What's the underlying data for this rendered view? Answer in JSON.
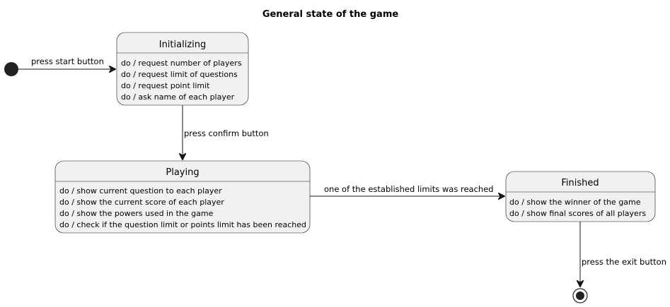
{
  "diagram": {
    "title": "General state of the game",
    "states": [
      {
        "id": "initializing",
        "name": "Initializing",
        "actions": [
          "do / request number of players",
          "do / request limit of questions",
          "do / request point limit",
          "do / ask name of each player"
        ]
      },
      {
        "id": "playing",
        "name": "Playing",
        "actions": [
          "do / show current question to each player",
          "do / show the current score of each player",
          "do / show the powers used in the game",
          "do / check if the question limit or points limit has been reached"
        ]
      },
      {
        "id": "finished",
        "name": "Finished",
        "actions": [
          "do / show the winner of the game",
          "do / show final scores of all players"
        ]
      }
    ],
    "transitions": [
      {
        "id": "start",
        "label": "press start button"
      },
      {
        "id": "confirm",
        "label": "press confirm button"
      },
      {
        "id": "limits",
        "label": "one of the established limits was reached"
      },
      {
        "id": "exit",
        "label": "press the exit button"
      }
    ]
  }
}
